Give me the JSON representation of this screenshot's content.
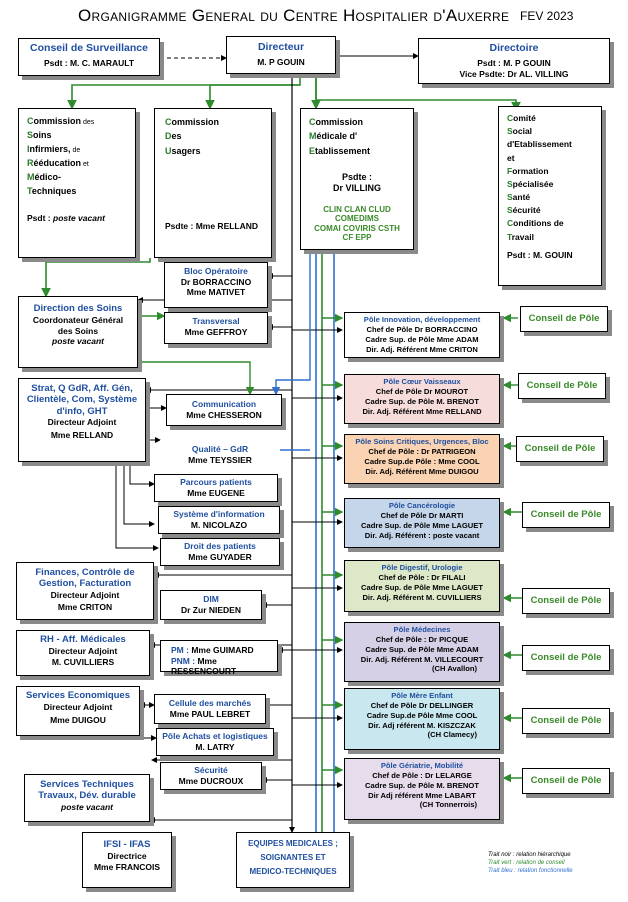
{
  "header": {
    "title": "Organigramme General du Centre Hospitalier d'Auxerre",
    "date": "FEV 2023"
  },
  "top": {
    "surveillance": {
      "title": "Conseil de Surveillance",
      "psdt": "Psdt : M. C. MARAULT"
    },
    "directeur": {
      "title": "Directeur",
      "name": "M. P GOUIN"
    },
    "directoire": {
      "title": "Directoire",
      "psdt": "Psdt : M. P GOUIN",
      "vice": "Vice Psdte: Dr AL. VILLING"
    }
  },
  "commissions": {
    "soins": {
      "lines": [
        {
          "i": "C",
          "r": "ommission",
          "s": "des"
        },
        {
          "i": "S",
          "r": "oins",
          "s": ""
        },
        {
          "i": "I",
          "r": "nfirmiers,",
          "s": "de"
        },
        {
          "i": "R",
          "r": "ééducation",
          "s": "et"
        },
        {
          "i": "M",
          "r": "édico-",
          "s": ""
        },
        {
          "i": "T",
          "r": "echniques",
          "s": ""
        }
      ],
      "psdt_label": "Psdt :",
      "psdt_value": "poste vacant"
    },
    "usagers": {
      "lines": [
        {
          "i": "C",
          "r": "ommission"
        },
        {
          "i": "D",
          "r": "es"
        },
        {
          "i": "U",
          "r": "sagers"
        }
      ],
      "psdte": "Psdte : Mme RELLAND"
    },
    "medicale": {
      "lines": [
        {
          "i": "C",
          "r": "ommission"
        },
        {
          "i": "M",
          "r": "édicale d'"
        },
        {
          "i": "E",
          "r": "tablissement"
        }
      ],
      "psdte_label": "Psdte :",
      "psdte_value": "Dr VILLING",
      "sub": [
        "CLIN  CLAN  CLUD",
        "COMEDIMS",
        "COMAI  COVIRIS  CSTH",
        "CF EPP"
      ]
    },
    "csecst": {
      "lines": [
        {
          "i": "C",
          "r": "omité"
        },
        {
          "i": "S",
          "r": "ocial"
        },
        {
          "i": "",
          "r": "d'Etablissement"
        },
        {
          "i": "",
          "r": "et"
        },
        {
          "i": "F",
          "r": "ormation"
        },
        {
          "i": "S",
          "r": "pécialisée"
        },
        {
          "i": "S",
          "r": "anté"
        },
        {
          "i": "S",
          "r": "écurité"
        },
        {
          "i": "C",
          "r": "onditions de"
        },
        {
          "i": "T",
          "r": "ravail"
        }
      ],
      "psdt": "Psdt : M. GOUIN"
    }
  },
  "left": {
    "soins": {
      "title": "Direction des Soins",
      "l1": "Coordonateur Général",
      "l2": "des Soins",
      "l3": "poste vacant"
    },
    "strat": {
      "title": "Strat, Q GdR, Aff. Gén, Clientèle, Com, Système d'info, GHT",
      "l1": "Directeur Adjoint",
      "l2": "Mme RELLAND"
    },
    "finances": {
      "title": "Finances, Contrôle de Gestion, Facturation",
      "l1": "Directeur Adjoint",
      "l2": "Mme CRITON"
    },
    "rh": {
      "title": "RH - Aff. Médicales",
      "l1": "Directeur Adjoint",
      "l2": "M. CUVILLIERS"
    },
    "eco": {
      "title": "Services Economiques",
      "l1": "Directeur Adjoint",
      "l2": "Mme DUIGOU"
    },
    "tech": {
      "title": "Services Techniques Travaux, Dév. durable",
      "l1": "poste vacant"
    },
    "ifsi": {
      "title": "IFSI - IFAS",
      "l1": "Directrice",
      "l2": "Mme FRANCOIS"
    }
  },
  "mid": {
    "bloc": {
      "title": "Bloc Opératoire",
      "l1": "Dr BORRACCINO",
      "l2": "Mme MATIVET"
    },
    "transversal": {
      "title": "Transversal",
      "l1": "Mme GEFFROY"
    },
    "communication": {
      "title": "Communication",
      "l1": "Mme CHESSERON"
    },
    "qualite": {
      "title": "Qualité – GdR",
      "l1": "Mme TEYSSIER"
    },
    "parcours": {
      "title": "Parcours patients",
      "l1": "Mme EUGENE"
    },
    "systeme": {
      "title": "Système d'information",
      "l1": "M. NICOLAZO"
    },
    "droit": {
      "title": "Droit des patients",
      "l1": "Mme GUYADER"
    },
    "dim": {
      "title": "DIM",
      "l1": "Dr Zur NIEDEN"
    },
    "pm": {
      "l1k": "PM :",
      "l1v": "Mme GUIMARD",
      "l2k": "PNM :",
      "l2v": "Mme RESSENCOURT"
    },
    "cellule": {
      "title": "Cellule des marchés",
      "l1": "Mme PAUL LEBRET"
    },
    "achats": {
      "title": "Pôle Achats et logistiques",
      "l1": "M. LATRY"
    },
    "securite": {
      "title": "Sécurité",
      "l1": "Mme DUCROUX"
    },
    "equipes": {
      "l1": "EQUIPES MEDICALES ;",
      "l2": "SOIGNANTES  ET",
      "l3": "MEDICO-TECHNIQUES"
    }
  },
  "poles": [
    {
      "title": "Pôle Innovation, développement",
      "l1": "Chef de Pôle Dr BORRACCINO",
      "l2": "Cadre Sup. de Pôle Mme ADAM",
      "l3": "Dir. Adj. Référent Mme CRITON",
      "l4": "",
      "color": "#ffffff"
    },
    {
      "title": "Pôle Cœur Vaisseaux",
      "l1": "Chef de Pôle Dr MOUROT",
      "l2": "Cadre Sup. de Pôle M. BRENOT",
      "l3": "Dir. Adj. Référent Mme RELLAND",
      "l4": "",
      "color": "#f7dcdc"
    },
    {
      "title": "Pôle Soins Critiques, Urgences, Bloc",
      "l1": "Chef de Pôle : Dr PATRIGEON",
      "l2": "Cadre Sup.de Pôle : Mme COOL",
      "l3": "Dir. Adj. Référent Mme DUIGOU",
      "l4": "",
      "color": "#fad3b2"
    },
    {
      "title": "Pôle Cancérologie",
      "l1": "Chef de Pôle  Dr MARTI",
      "l2": "Cadre Sup. de Pôle Mme LAGUET",
      "l3": "Dir. Adj. Référent : poste vacant",
      "l4": "",
      "color": "#c5d6ea"
    },
    {
      "title": "Pôle Digestif, Urologie",
      "l1": "Chef de Pôle : Dr FILALI",
      "l2": "Cadre Sup. de Pôle Mme LAGUET",
      "l3": "Dir. Adj. Référent M. CUVILLIERS",
      "l4": "",
      "color": "#dde8c8"
    },
    {
      "title": "Pôle Médecines",
      "l1": "Chef de Pôle : Dr PICQUE",
      "l2": "Cadre Sup. de Pôle Mme ADAM",
      "l3": "Dir. Adj. Référent M. VILLECOURT",
      "l4": "(CH Avallon)",
      "color": "#d6d0e6"
    },
    {
      "title": "Pôle Mère Enfant",
      "l1": "Chef de Pôle Dr DELLINGER",
      "l2": "Cadre Sup.de Pôle Mme COOL",
      "l3": "Dir. Adj référent M. KISZCZAK",
      "l4": "(CH Clamecy)",
      "color": "#c8e7ef"
    },
    {
      "title": "Pôle Gériatrie, Mobilité",
      "l1": "Chef de Pôle : Dr LELARGE",
      "l2": "Cadre Sup. de Pôle M. BRENOT",
      "l3": "Dir Adj référent Mme LABART",
      "l4": "(CH Tonnerrois)",
      "color": "#e6dcec"
    }
  ],
  "conseil_pole_label": "Conseil de Pôle",
  "legend": {
    "black": "Trait noir : relation hiérarchique",
    "green": "Trait vert : relation de conseil",
    "blue": "Trait bleu : relation fonctionnelle"
  },
  "colors": {
    "green": "#2e8b2e",
    "blue": "#2f6fd0",
    "heading": "#1f4fa0"
  }
}
